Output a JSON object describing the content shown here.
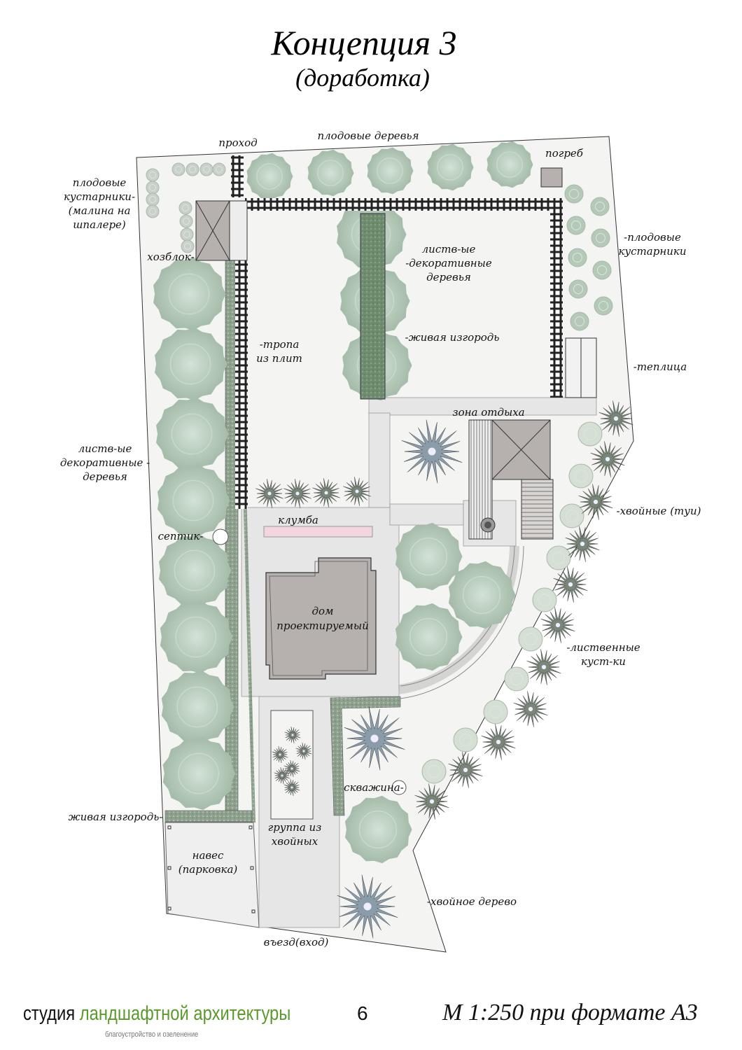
{
  "title": "Концепция 3",
  "subtitle": "(доработка)",
  "labels": {
    "passage": "проход",
    "fruit_trees": "плодовые деревья",
    "cellar": "погреб",
    "fruit_shrubs_left": [
      "плодовые",
      "кустарники-",
      "(малина на",
      "шпалере)"
    ],
    "utility_block": "хозблок-",
    "decorative_trees_center": [
      "листв-ые",
      "-декоративные",
      "деревья"
    ],
    "slab_path": [
      "-тропа",
      "из плит"
    ],
    "hedge_center": "-живая изгородь",
    "fruit_shrubs_right": [
      "-плодовые",
      "кустарники"
    ],
    "greenhouse": "-теплица",
    "rest_zone": "зона отдыха",
    "decorative_trees_left": [
      "листв-ые",
      "декоративные -",
      "деревья"
    ],
    "flowerbed": "клумба",
    "thuja": "-хвойные (туи)",
    "septic": "септик-",
    "house": [
      "дом",
      "проектируемый"
    ],
    "deciduous_shrubs": [
      "-лиственные",
      "куст-ки"
    ],
    "hedge_left": "живая изгородь-",
    "well": "скважина-",
    "conifer_group": [
      "группа из",
      "хвойных"
    ],
    "canopy": [
      "навес",
      "(парковка)"
    ],
    "conifer_tree": "-хвойное дерево",
    "entrance": "въезд(вход)"
  },
  "footer": {
    "studio_word": "студия",
    "studio_name": "ландшафтной архитектуры",
    "studio_tagline": "благоустройство и озеленение",
    "page_number": "6",
    "scale": "М 1:250 при формате А3"
  },
  "colors": {
    "brand_green": "#5a9a2a",
    "tree": "#b9cdbd",
    "hedge": "#6f8c6f",
    "building": "#b6b1af",
    "paving": "#e6e6e6"
  }
}
